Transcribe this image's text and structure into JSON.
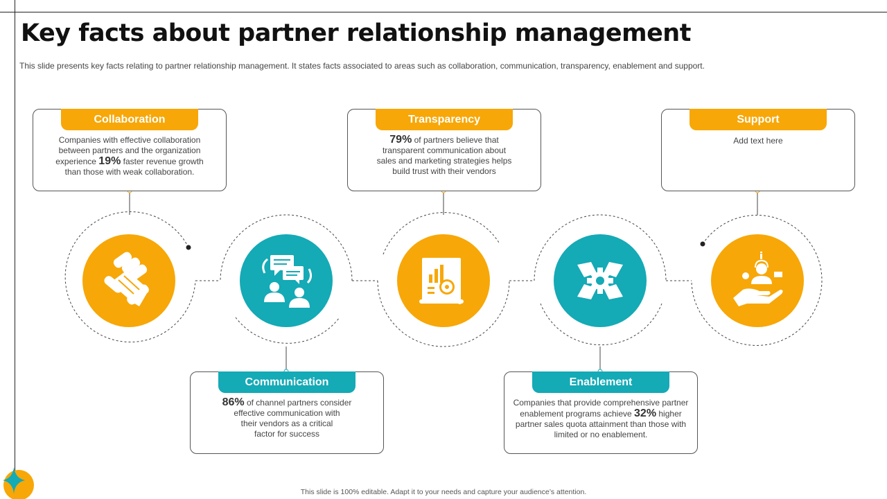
{
  "slide": {
    "title": "Key facts about partner relationship management",
    "subtitle": "This slide presents key facts relating to partner relationship management. It states facts associated to areas such as collaboration, communication, transparency, enablement and support.",
    "footer": "This slide is 100% editable. Adapt it to your needs and capture your audience’s attention."
  },
  "colors": {
    "orange": "#f7a707",
    "teal": "#14aab6",
    "outline": "#555555"
  },
  "cards": {
    "collaboration": {
      "title": "Collaboration",
      "lines": [
        "Companies with effective collaboration",
        "between partners and the organization"
      ],
      "pre": "experience ",
      "pct": "19%",
      "post": " faster revenue growth",
      "tail": "than those with weak collaboration."
    },
    "transparency": {
      "title": "Transparency",
      "pct": "79%",
      "post": " of partners believe that",
      "lines": [
        "transparent communication about",
        "sales and marketing strategies helps",
        "build trust with their vendors"
      ]
    },
    "support": {
      "title": "Support",
      "text": "Add text here"
    },
    "communication": {
      "title": "Communication",
      "pct": "86%",
      "post": " of channel partners consider",
      "lines": [
        "effective communication with",
        "their vendors as a critical",
        "factor for success"
      ]
    },
    "enablement": {
      "title": "Enablement",
      "line1": "Companies that provide comprehensive partner",
      "pre": "enablement programs achieve ",
      "pct": "32%",
      "post": " higher",
      "lines": [
        "partner sales quota attainment than those with",
        "limited or no enablement."
      ]
    }
  },
  "icons": [
    "handshake-icon",
    "conversation-icon",
    "report-magnifier-icon",
    "gear-hands-icon",
    "support-hand-icon"
  ]
}
